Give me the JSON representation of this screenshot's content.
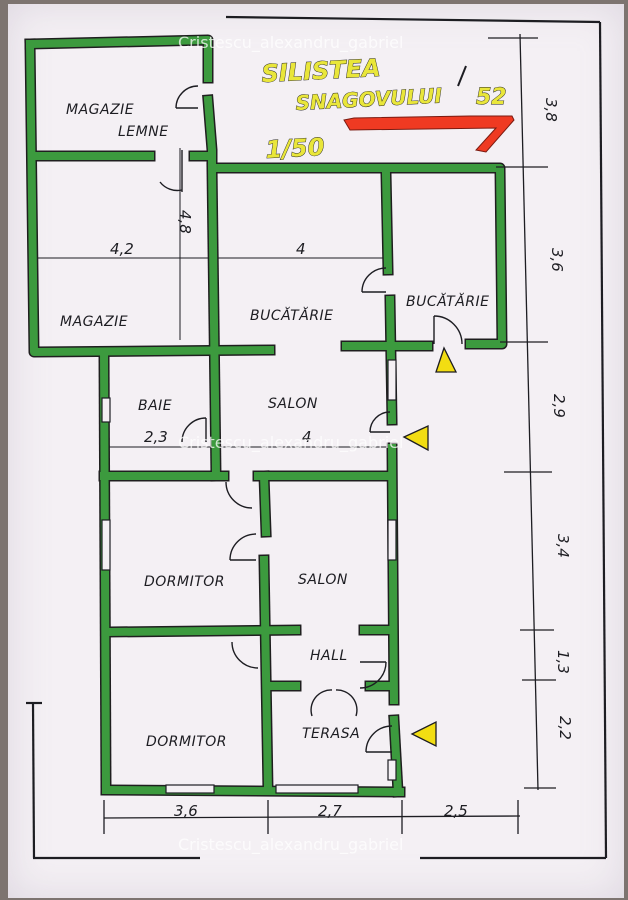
{
  "title": {
    "line1": "SILISTEA",
    "line2": "SNAGOVULUI",
    "number": "52",
    "scale": "1/50"
  },
  "watermark": "Cristescu_alexandru_gabriel",
  "rooms": {
    "magazie_lemne_1": "MAGAZIE",
    "magazie_lemne_2": "LEMNE",
    "magazie": "MAGAZIE",
    "bucatarie_1": "BUCĂTĂRIE",
    "bucatarie_2": "BUCĂTĂRIE",
    "baie": "BAIE",
    "salon_1": "SALON",
    "salon_2": "SALON",
    "dormitor_1": "DORMITOR",
    "dormitor_2": "DORMITOR",
    "hall": "HALL",
    "terasa": "TERASA"
  },
  "dimensions": {
    "right": [
      "3,8",
      "3,6",
      "2,9",
      "3,4",
      "1,3",
      "2,2"
    ],
    "bottom": [
      "3,6",
      "2,7",
      "2,5"
    ],
    "interior": {
      "w_4_2": "4,2",
      "w_4_top": "4",
      "h_4_8": "4,8",
      "w_2_3": "2,3",
      "w_4_mid": "4"
    }
  },
  "colors": {
    "wall": "#3c9a3e",
    "wall_outline": "#1f1f1f",
    "arrow_fill": "#ef3a22",
    "entrance_marker": "#f2dd12"
  }
}
